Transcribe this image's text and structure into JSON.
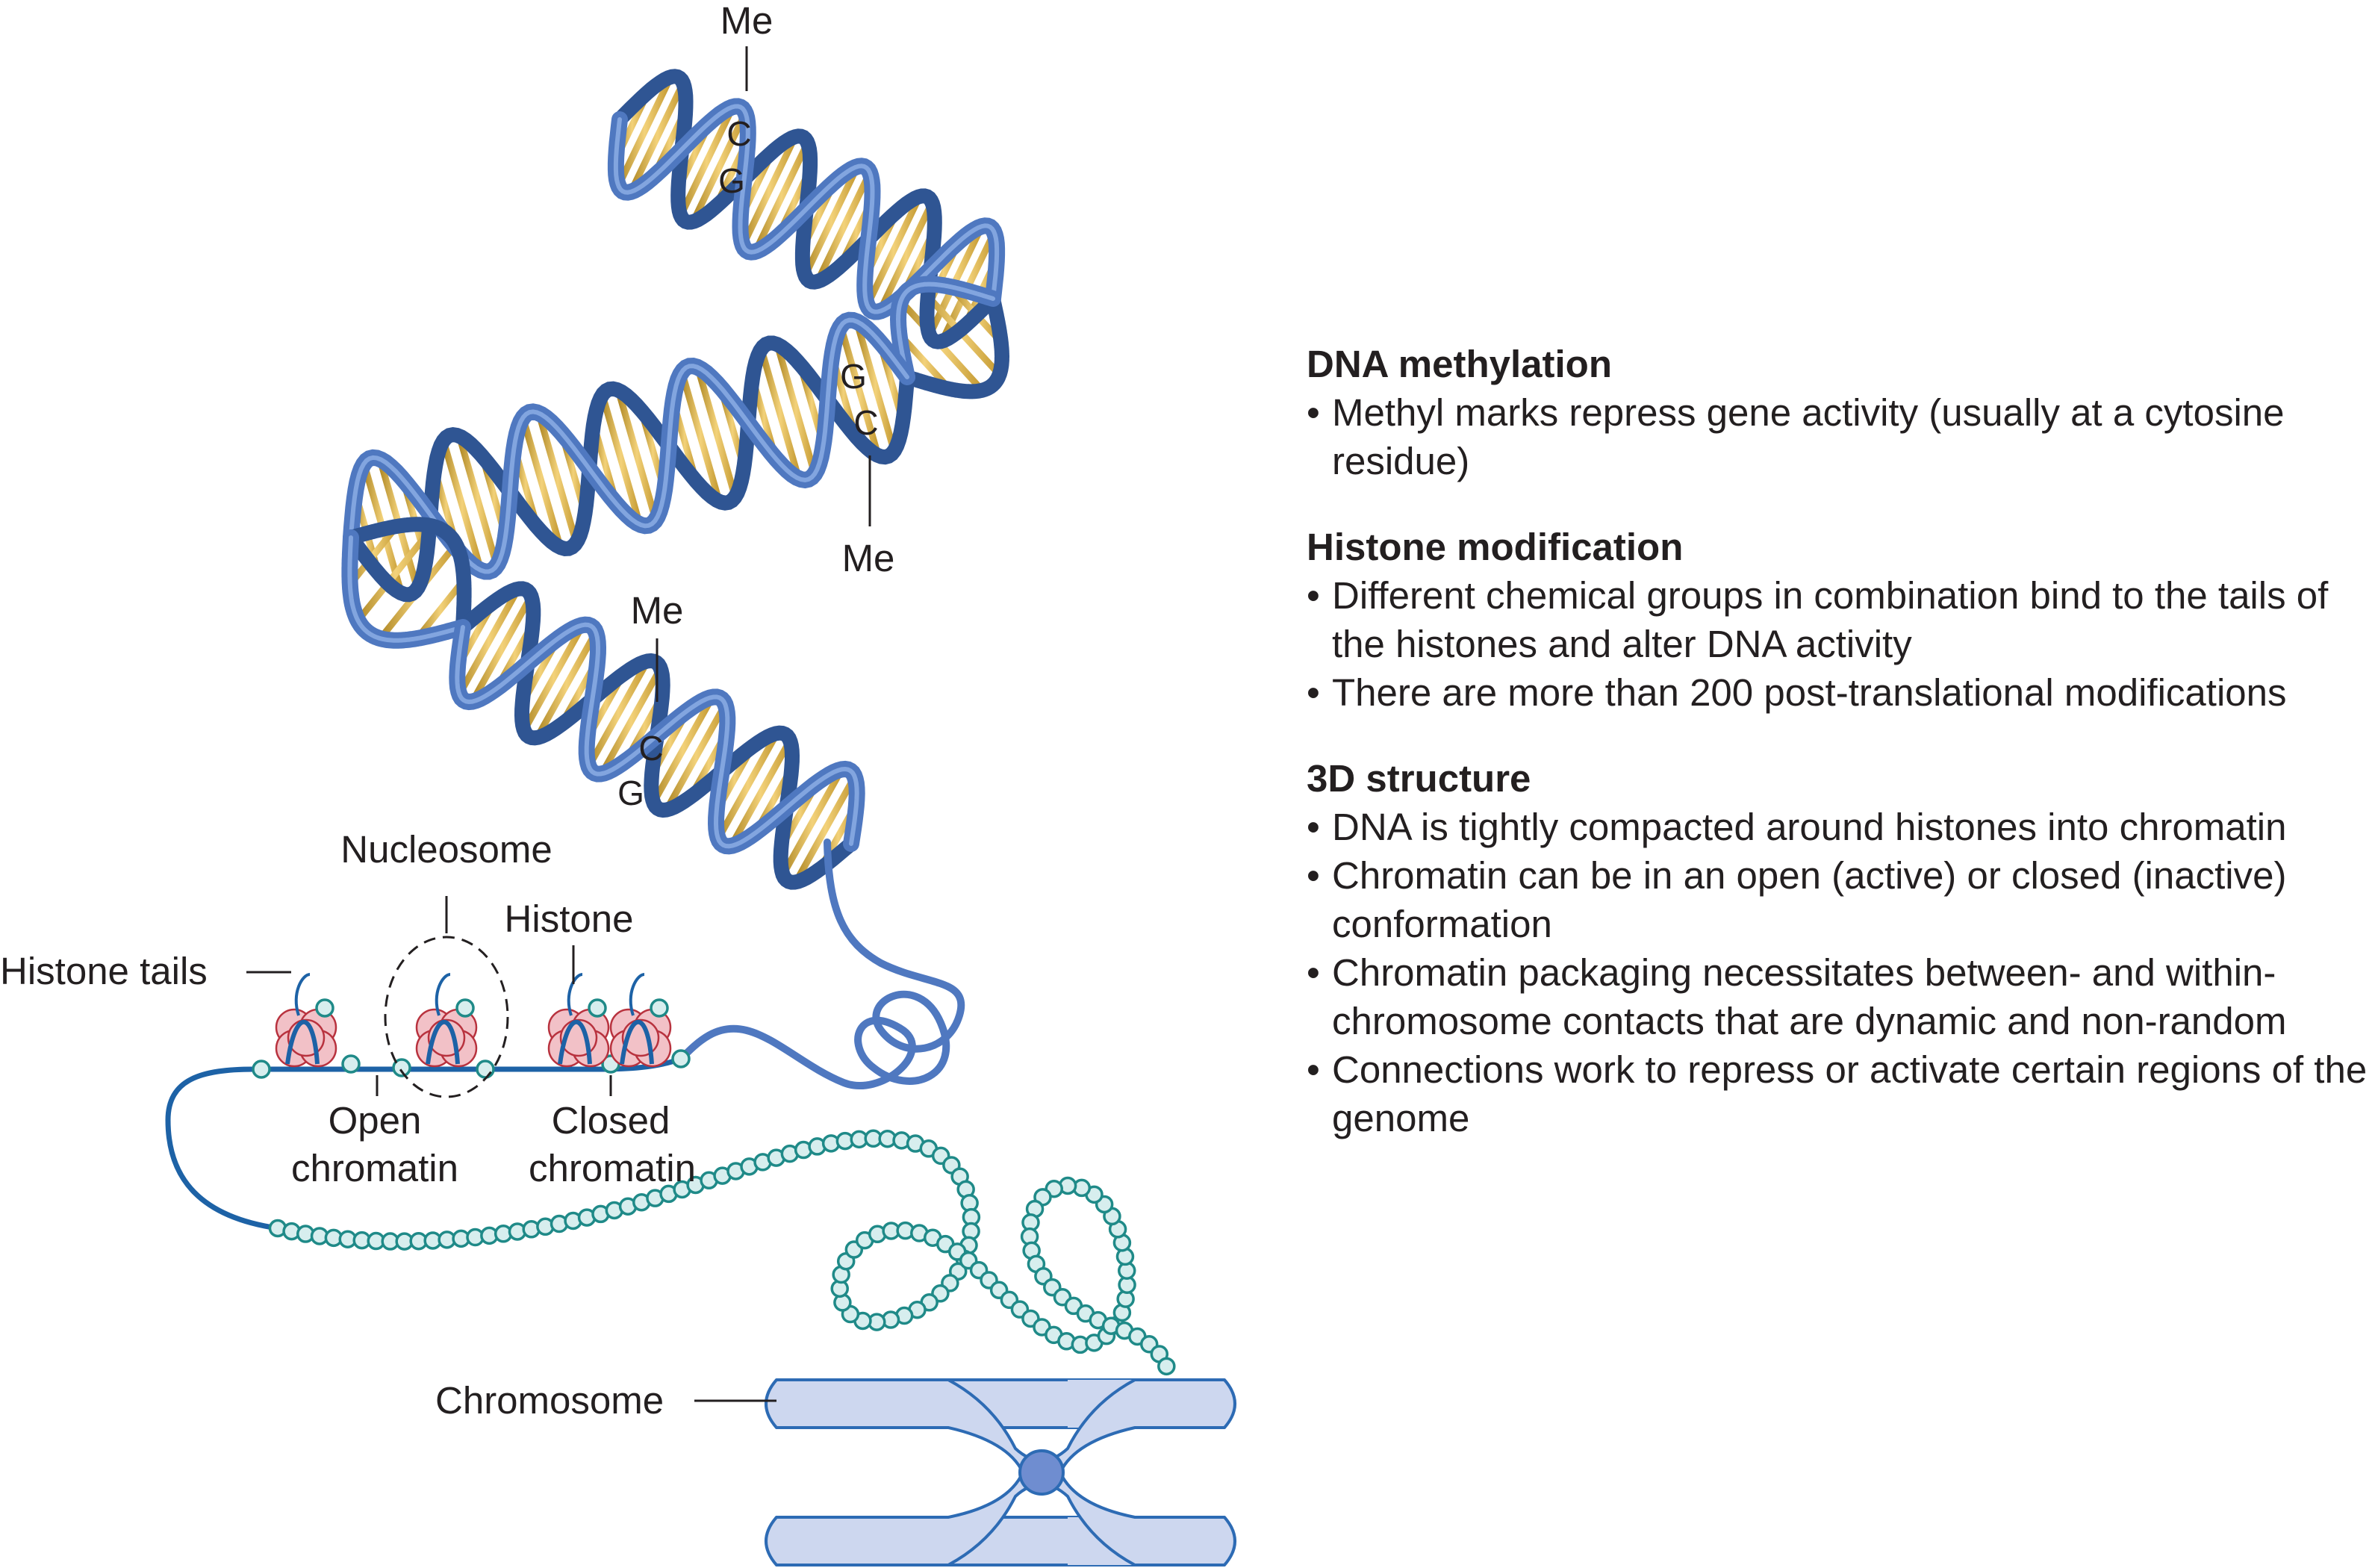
{
  "labels": {
    "me_top": "Me",
    "me_middle": "Me",
    "me_lower": "Me",
    "c_top": "C",
    "g_top": "G",
    "g_middle": "G",
    "c_middle": "C",
    "c_lower": "C",
    "g_lower": "G",
    "nucleosome": "Nucleosome",
    "histone": "Histone",
    "histone_tails": "Histone tails",
    "open_chromatin_line1": "Open",
    "open_chromatin_line2": "chromatin",
    "closed_chromatin_line1": "Closed",
    "closed_chromatin_line2": "chromatin",
    "chromosome": "Chromosome"
  },
  "panel": {
    "sections": [
      {
        "title": "DNA methylation",
        "bullets": [
          "Methyl marks repress gene activity (usually at a cytosine residue)"
        ]
      },
      {
        "title": "Histone modification",
        "bullets": [
          "Different chemical groups in combination bind to the tails of the histones and alter DNA activity",
          "There are more than 200 post-translational modifications"
        ]
      },
      {
        "title": "3D structure",
        "bullets": [
          "DNA is tightly compacted around histones into chromatin",
          "Chromatin can be in an open (active) or closed (inactive) conformation",
          "Chromatin packaging necessitates between- and within-chromosome contacts that are dynamic and non-random",
          "Connections work to repress or activate certain regions of the genome"
        ]
      }
    ]
  },
  "colors": {
    "dna_backbone": "#4f78c0",
    "dna_backbone_dark": "#2f5593",
    "base_pair": "#e7c35a",
    "chromatin_fiber": "#1d62a6",
    "bead_fill": "#d7eeee",
    "bead_stroke": "#1f8a88",
    "histone_fill": "#f2c1c7",
    "histone_stroke": "#b8323e",
    "chromosome_fill": "#cdd7ef",
    "chromosome_stroke": "#2d6bb4",
    "centromere": "#6f8dd0"
  }
}
